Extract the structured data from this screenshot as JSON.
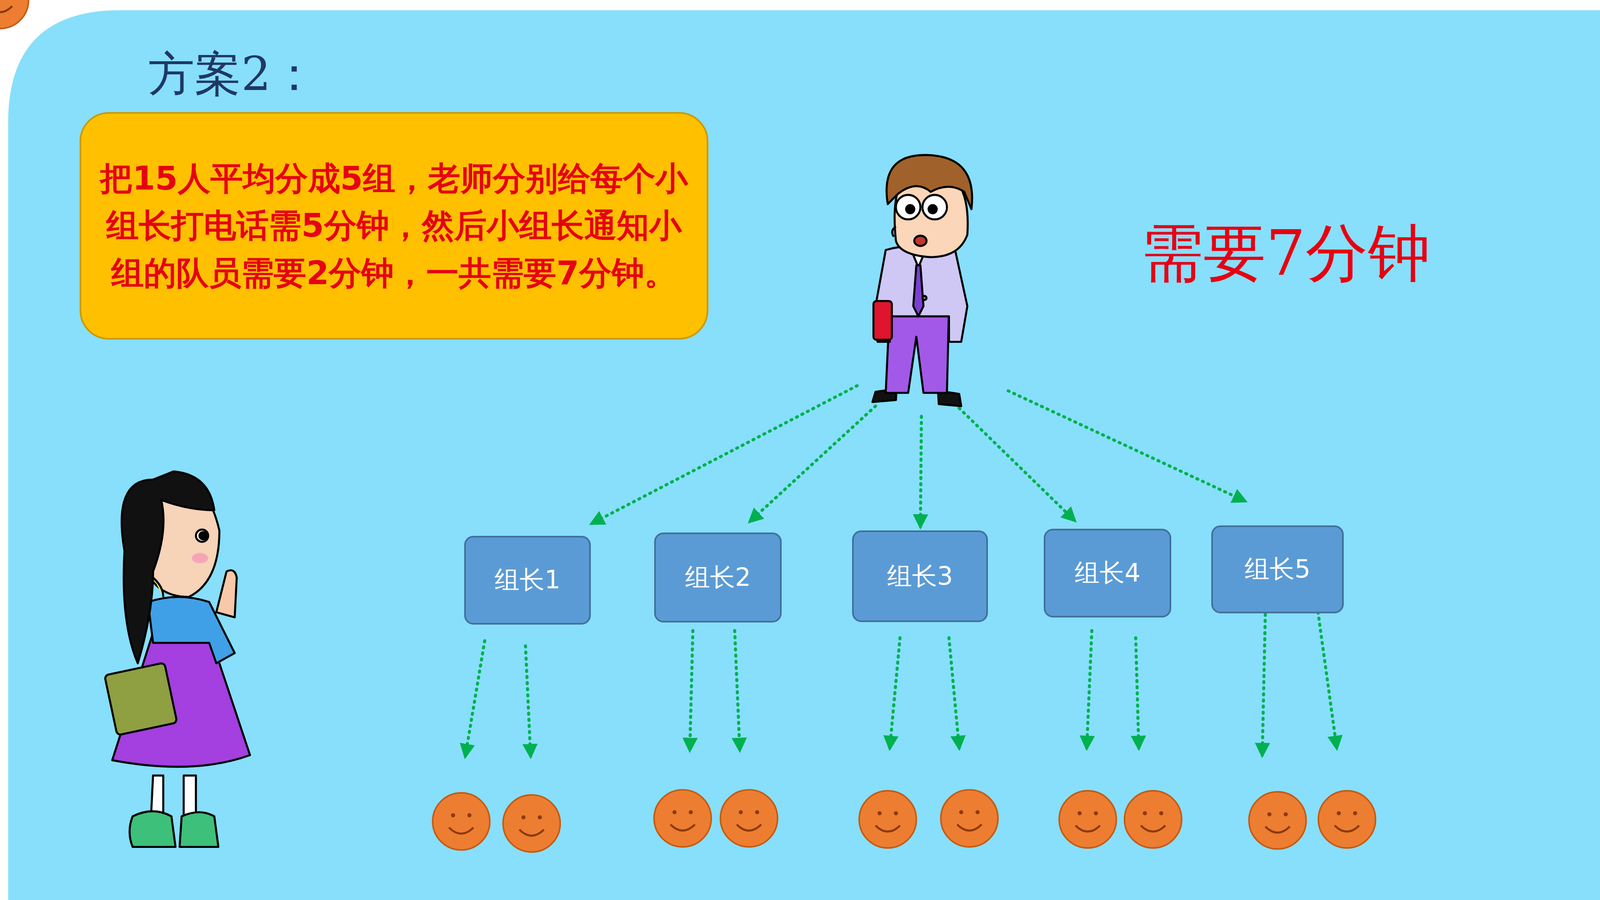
{
  "diagram": {
    "title": "方案2：",
    "nodes": [
      {
        "text": [
          "把15人平均分成5组，老师分别给每个小组长打电话需5分钟，然后小组长通知小组的队员需要2分钟，一共需要7分钟。"
        ]
      },
      {
        "text": [
          "组长1"
        ]
      },
      {
        "text": [
          "组长2"
        ]
      },
      {
        "text": [
          "组长3"
        ]
      },
      {
        "text": [
          "组长4"
        ]
      },
      {
        "text": [
          "组长5"
        ]
      }
    ],
    "labels": [
      "需要7分钟"
    ]
  }
}
